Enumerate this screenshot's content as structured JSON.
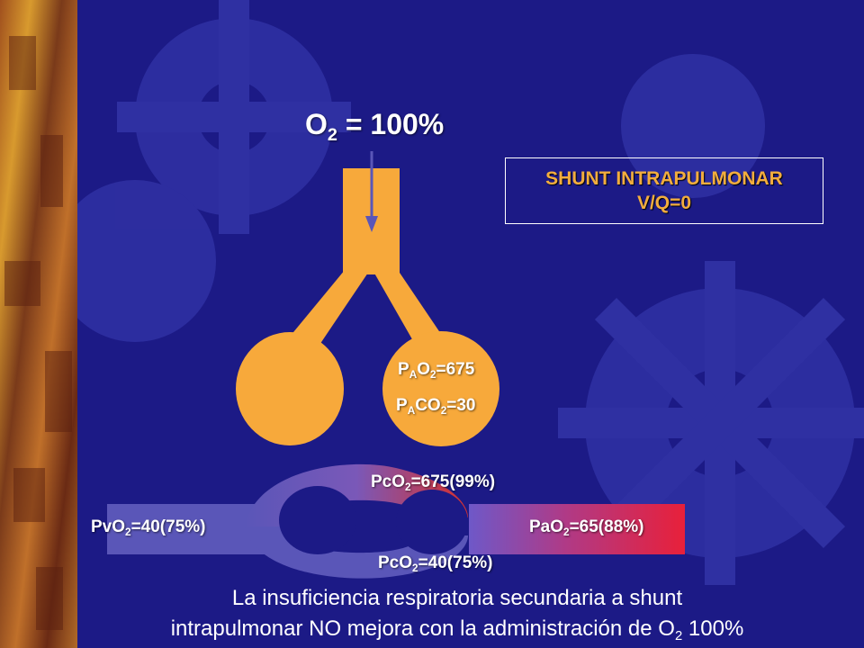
{
  "colors": {
    "background": "#1c1a86",
    "gear": "#3a3ca8",
    "airway": "#f7a93b",
    "venous_blood": "#5a56b8",
    "arterial_blood": "#e8203a",
    "shunt_title": "#f2ad3e",
    "text": "#ffffff"
  },
  "icons": [
    "gear-icon",
    "down-arrow-icon"
  ],
  "inspired": {
    "label_main": "O",
    "label_sub": "2",
    "label_rest": " = 100%"
  },
  "shunt_box": {
    "line1": "SHUNT INTRAPULMONAR",
    "line2": "V/Q=0"
  },
  "alveolus": {
    "pao2": {
      "p1": "P",
      "s1": "A",
      "p2": "O",
      "s2": "2",
      "p3": "=675"
    },
    "paco2": {
      "p1": "P",
      "s1": "A",
      "p2": "CO",
      "s2": "2",
      "p3": "=30"
    }
  },
  "capillary": {
    "top": {
      "p1": "PcO",
      "s1": "2",
      "p2": "=675(99%)"
    },
    "bottom": {
      "p1": "PcO",
      "s1": "2",
      "p2": "=40(75%)"
    }
  },
  "venous": {
    "p1": "PvO",
    "s1": "2",
    "p2": "=40(75%)"
  },
  "arterial": {
    "p1": "PaO",
    "s1": "2",
    "p2": "=65(88%)"
  },
  "caption": {
    "line1": "La insuficiencia respiratoria secundaria a shunt",
    "line2": "intrapulmonar NO mejora con la administración de O",
    "line2_sub": "2",
    "line2_end": " 100%"
  }
}
